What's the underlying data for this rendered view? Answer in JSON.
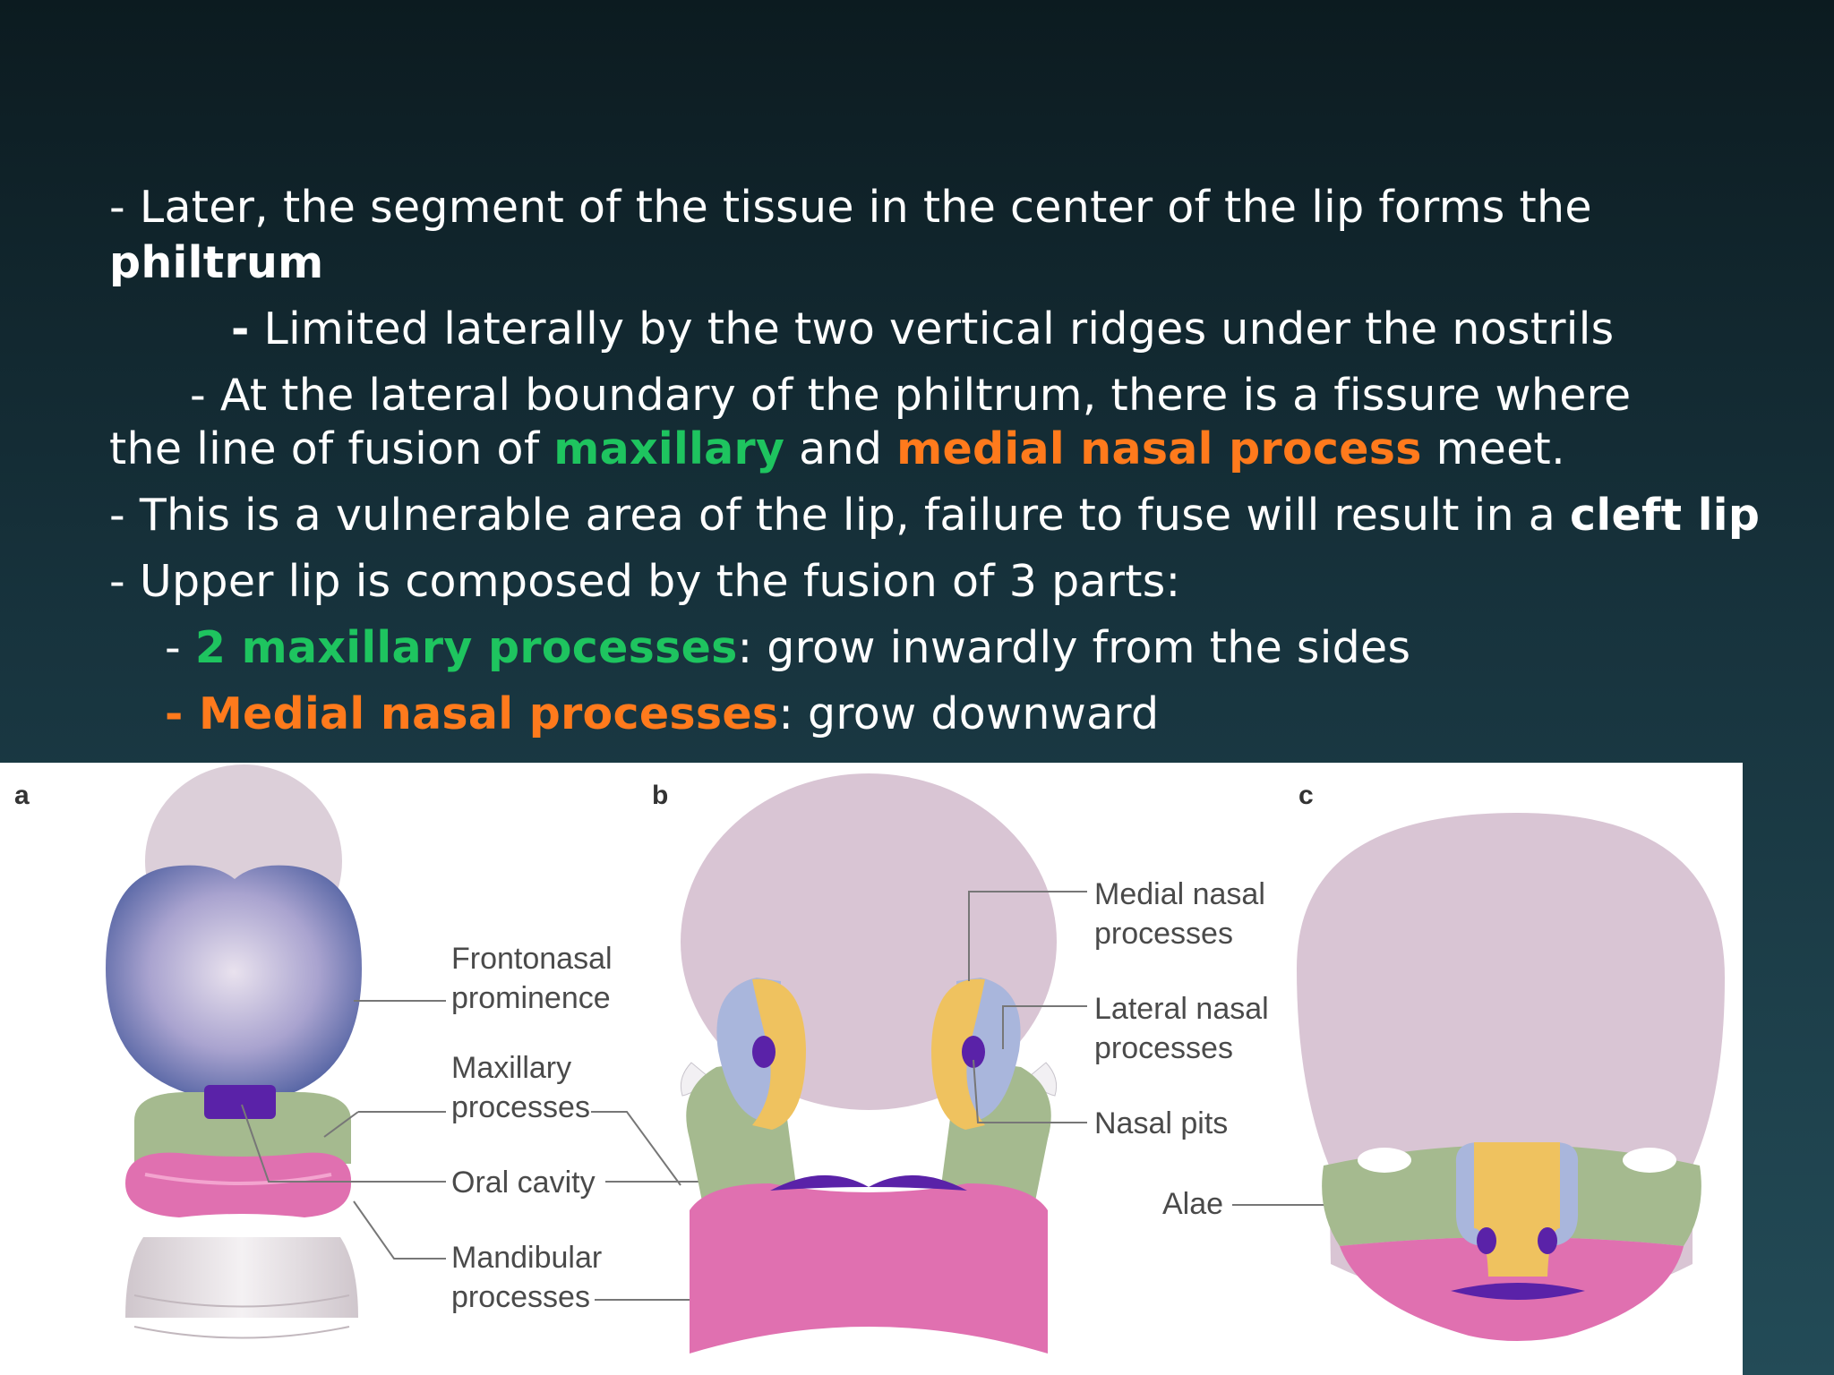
{
  "text": {
    "l1_prefix": "- Later, the segment of the tissue in the center of the lip forms the",
    "l2_philtrum": "philtrum",
    "l3_bullet": "-",
    "l3_text": " Limited laterally by the two vertical ridges under the nostrils",
    "l4_text": "- At the lateral boundary of the philtrum, there is a fissure where",
    "l5_pre": "the line of fusion of ",
    "l5_maxillary": "maxillary",
    "l5_and": " and ",
    "l5_medial": "medial nasal process",
    "l5_post": "  meet.",
    "l6_pre": "- This is a vulnerable area of the lip, failure to fuse will result in a ",
    "l6_cleft": "cleft lip",
    "l7_text": "- Upper lip is composed by the fusion of 3 parts:",
    "l8_dash": "-  ",
    "l8_green": "2 maxillary processes",
    "l8_post": ": grow inwardly from the sides",
    "l9_orange": "- Medial nasal processes",
    "l9_post": ": grow downward"
  },
  "figure": {
    "panels": [
      "a",
      "b",
      "c"
    ],
    "labels": {
      "frontonasal_1": "Frontonasal",
      "frontonasal_2": "prominence",
      "maxillary_1": "Maxillary",
      "maxillary_2": "processes",
      "oral": "Oral cavity",
      "mandibular_1": "Mandibular",
      "mandibular_2": "processes",
      "medial_1": "Medial nasal",
      "medial_2": "processes",
      "lateral_1": "Lateral nasal",
      "lateral_2": "processes",
      "pits": "Nasal pits",
      "alae": "Alae"
    }
  },
  "colors": {
    "maxillary_green": "#1ec45f",
    "medial_orange": "#ff7a1c",
    "head_pink": "#d9c5d4",
    "maxillary_fill": "#a5ba8f",
    "mandibular_fill": "#e070b0",
    "medial_fill": "#efc25f",
    "lateral_fill": "#a9b6dc",
    "oral_fill": "#5a22a8"
  }
}
